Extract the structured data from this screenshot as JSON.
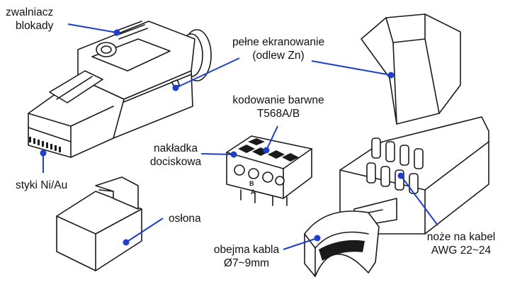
{
  "colors": {
    "leader": "#1f3fc8",
    "outline": "#1a1a1a",
    "dot": "#1f3fc8"
  },
  "labels": {
    "release_latch": {
      "line1": "zwalniacz",
      "line2": "blokady"
    },
    "full_shielding": {
      "line1": "pełne ekranowanie",
      "line2": "(odlew Zn)"
    },
    "color_coding": {
      "line1": "kodowanie barwne",
      "line2": "T568A/B"
    },
    "pressure_cap": {
      "line1": "nakładka",
      "line2": "dociskowa"
    },
    "contacts": {
      "line1": "styki Ni/Au"
    },
    "cover": {
      "line1": "osłona"
    },
    "cable_clamp": {
      "line1": "obejma kabla",
      "line2": "Ø7~9mm"
    },
    "blades": {
      "line1": "noże na kabel",
      "line2": "AWG 22~24"
    }
  },
  "cap_markings": [
    "B",
    "A"
  ]
}
